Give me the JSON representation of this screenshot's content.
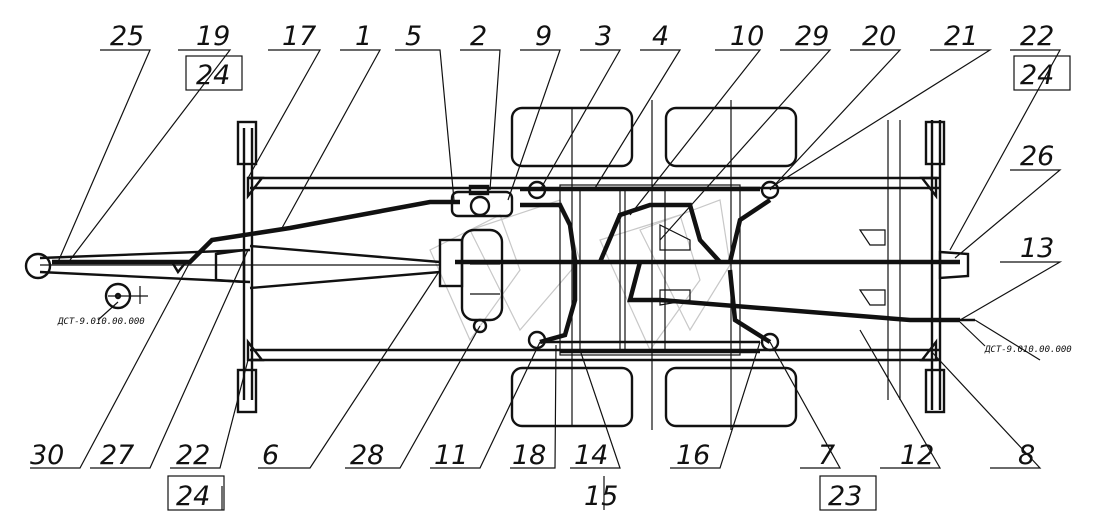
{
  "drawing": {
    "labels_top": [
      "25",
      "19",
      "24",
      "17",
      "1",
      "5",
      "2",
      "9",
      "3",
      "4",
      "10",
      "29",
      "20",
      "21",
      "22",
      "24",
      "26",
      "13"
    ],
    "labels_bottom": [
      "30",
      "27",
      "22",
      "24",
      "6",
      "28",
      "11",
      "18",
      "14",
      "15",
      "16",
      "7",
      "23",
      "12",
      "8"
    ],
    "side_notes": {
      "left_valve": "ДСТ-9.010.00.000",
      "right_valve": "ДСТ-9.010.00.000"
    },
    "colors": {
      "ink": "#111111",
      "watermark": "#c8c8c8",
      "background": "#ffffff"
    }
  }
}
